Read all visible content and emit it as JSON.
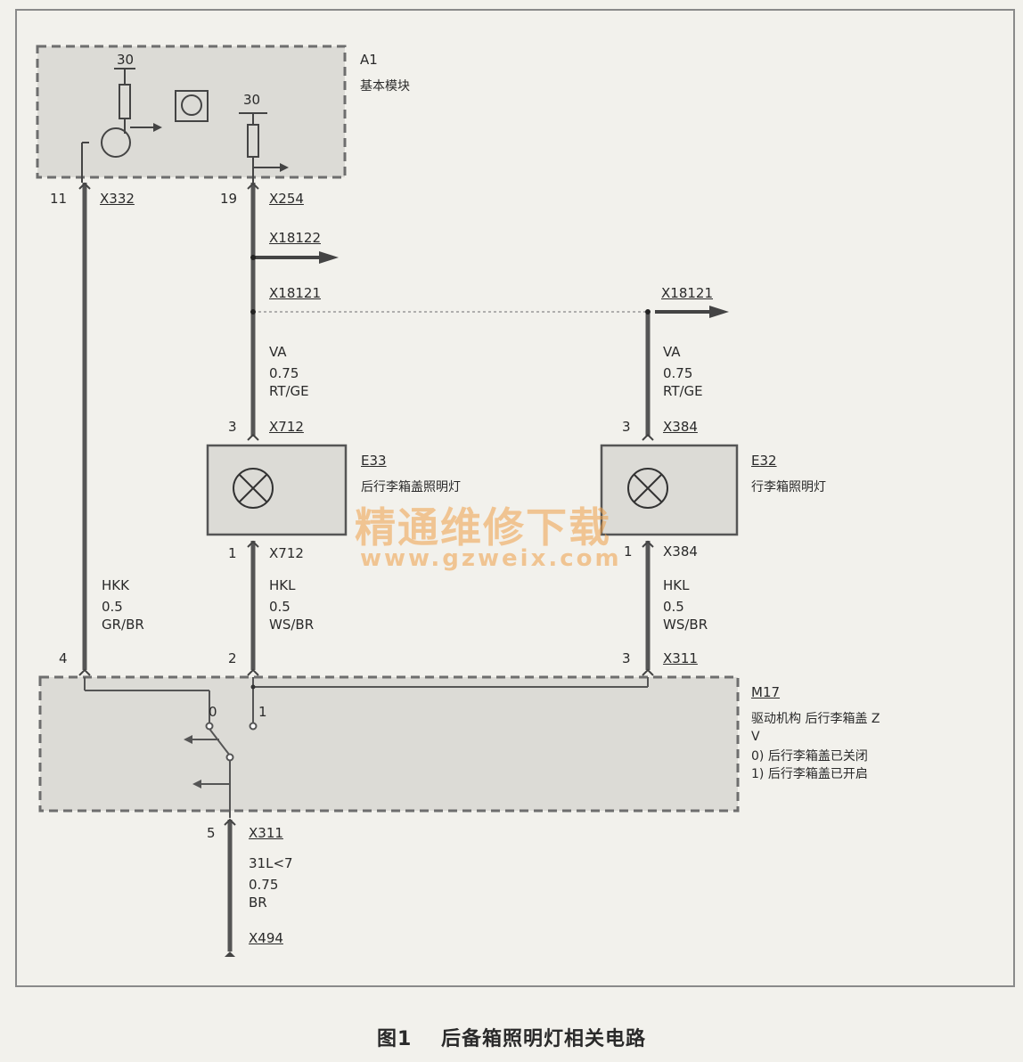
{
  "caption": {
    "fig": "图1",
    "title": "后备箱照明灯相关电路"
  },
  "watermark": {
    "line1": "精通维修下载",
    "line2": "www.gzweix.com"
  },
  "modules": {
    "a1": {
      "id": "A1",
      "name": "基本模块",
      "supply_left": "30",
      "supply_right": "30"
    },
    "e33": {
      "id": "E33",
      "name": "后行李箱盖照明灯"
    },
    "e32": {
      "id": "E32",
      "name": "行李箱照明灯"
    },
    "m17": {
      "id": "M17",
      "name_line1": "驱动机构 后行李箱盖 Z",
      "name_line2": "V",
      "state0": "0) 后行李箱盖已关闭",
      "state1": "1) 后行李箱盖已开启",
      "sw0": "0",
      "sw1": "1"
    }
  },
  "connectors": {
    "x332": {
      "label": "X332",
      "pin": "11"
    },
    "x254": {
      "label": "X254",
      "pin": "19"
    },
    "x18122": {
      "label": "X18122"
    },
    "x18121_left": {
      "label": "X18121"
    },
    "x18121_right": {
      "label": "X18121"
    },
    "x712_top": {
      "label": "X712",
      "pin": "3"
    },
    "x712_bot": {
      "label": "X712",
      "pin": "1"
    },
    "x384_top": {
      "label": "X384",
      "pin": "3"
    },
    "x384_bot": {
      "label": "X384",
      "pin": "1"
    },
    "m17_pin4": {
      "pin": "4"
    },
    "m17_pin2": {
      "pin": "2"
    },
    "x311_top": {
      "label": "X311",
      "pin": "3"
    },
    "x311_bot": {
      "label": "X311",
      "pin": "5"
    },
    "x494": {
      "label": "X494"
    }
  },
  "wires": {
    "va_left": {
      "name": "VA",
      "size": "0.75",
      "color": "RT/GE"
    },
    "va_right": {
      "name": "VA",
      "size": "0.75",
      "color": "RT/GE"
    },
    "hkk": {
      "name": "HKK",
      "size": "0.5",
      "color": "GR/BR"
    },
    "hkl_left": {
      "name": "HKL",
      "size": "0.5",
      "color": "WS/BR"
    },
    "hkl_right": {
      "name": "HKL",
      "size": "0.5",
      "color": "WS/BR"
    },
    "gnd": {
      "name": "31L<7",
      "size": "0.75",
      "color": "BR"
    }
  },
  "colors": {
    "wire": "#555555",
    "box_fill": "#dcdbd6",
    "box_border": "#6e6e6e",
    "watermark": "#f0a14a"
  }
}
